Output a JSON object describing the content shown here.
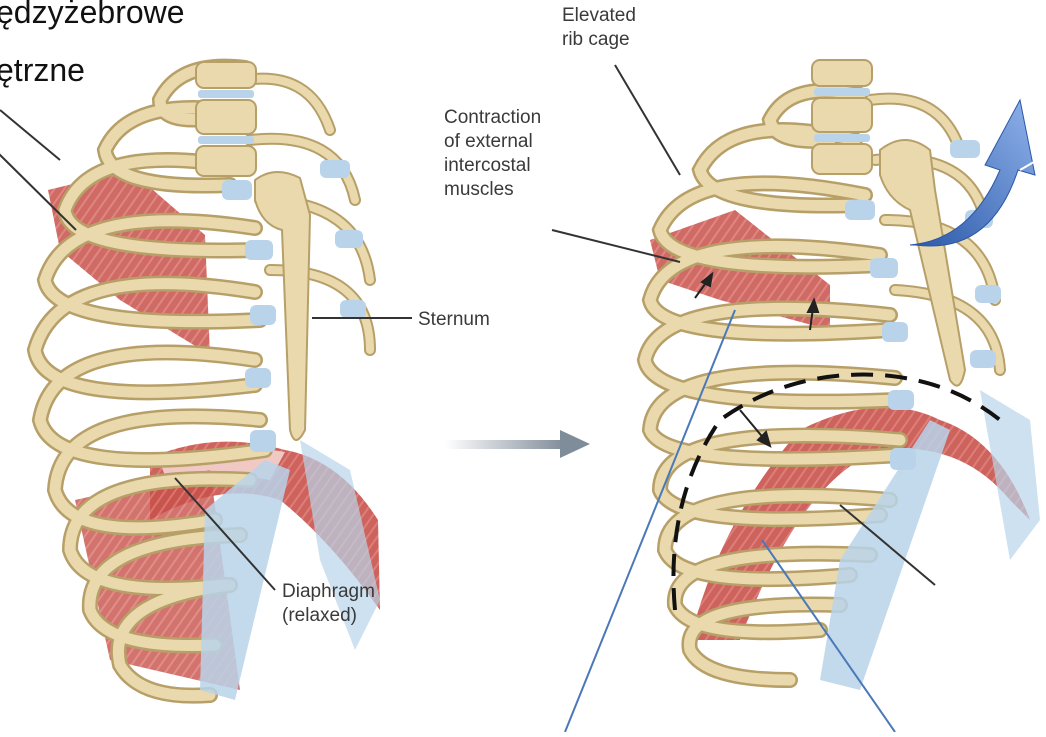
{
  "labels": {
    "polish_line1": "ędzyżebrowe",
    "polish_line2": "ętrzne",
    "elevated": "Elevated\nrib cage",
    "contraction": "Contraction\nof external\nintercostal\nmuscles",
    "sternum": "Sternum",
    "diaphragm": "Diaphragm\n(relaxed)"
  },
  "colors": {
    "bone": "#ead9ad",
    "bone_outline": "#b79f68",
    "cartilage": "#b9d4ea",
    "muscle": "#c8504a",
    "leader": "#333333",
    "blue_leader": "#4a78b8",
    "arrow_gray": "#7f8c99",
    "blue_arrow": "#3b6dc4"
  }
}
